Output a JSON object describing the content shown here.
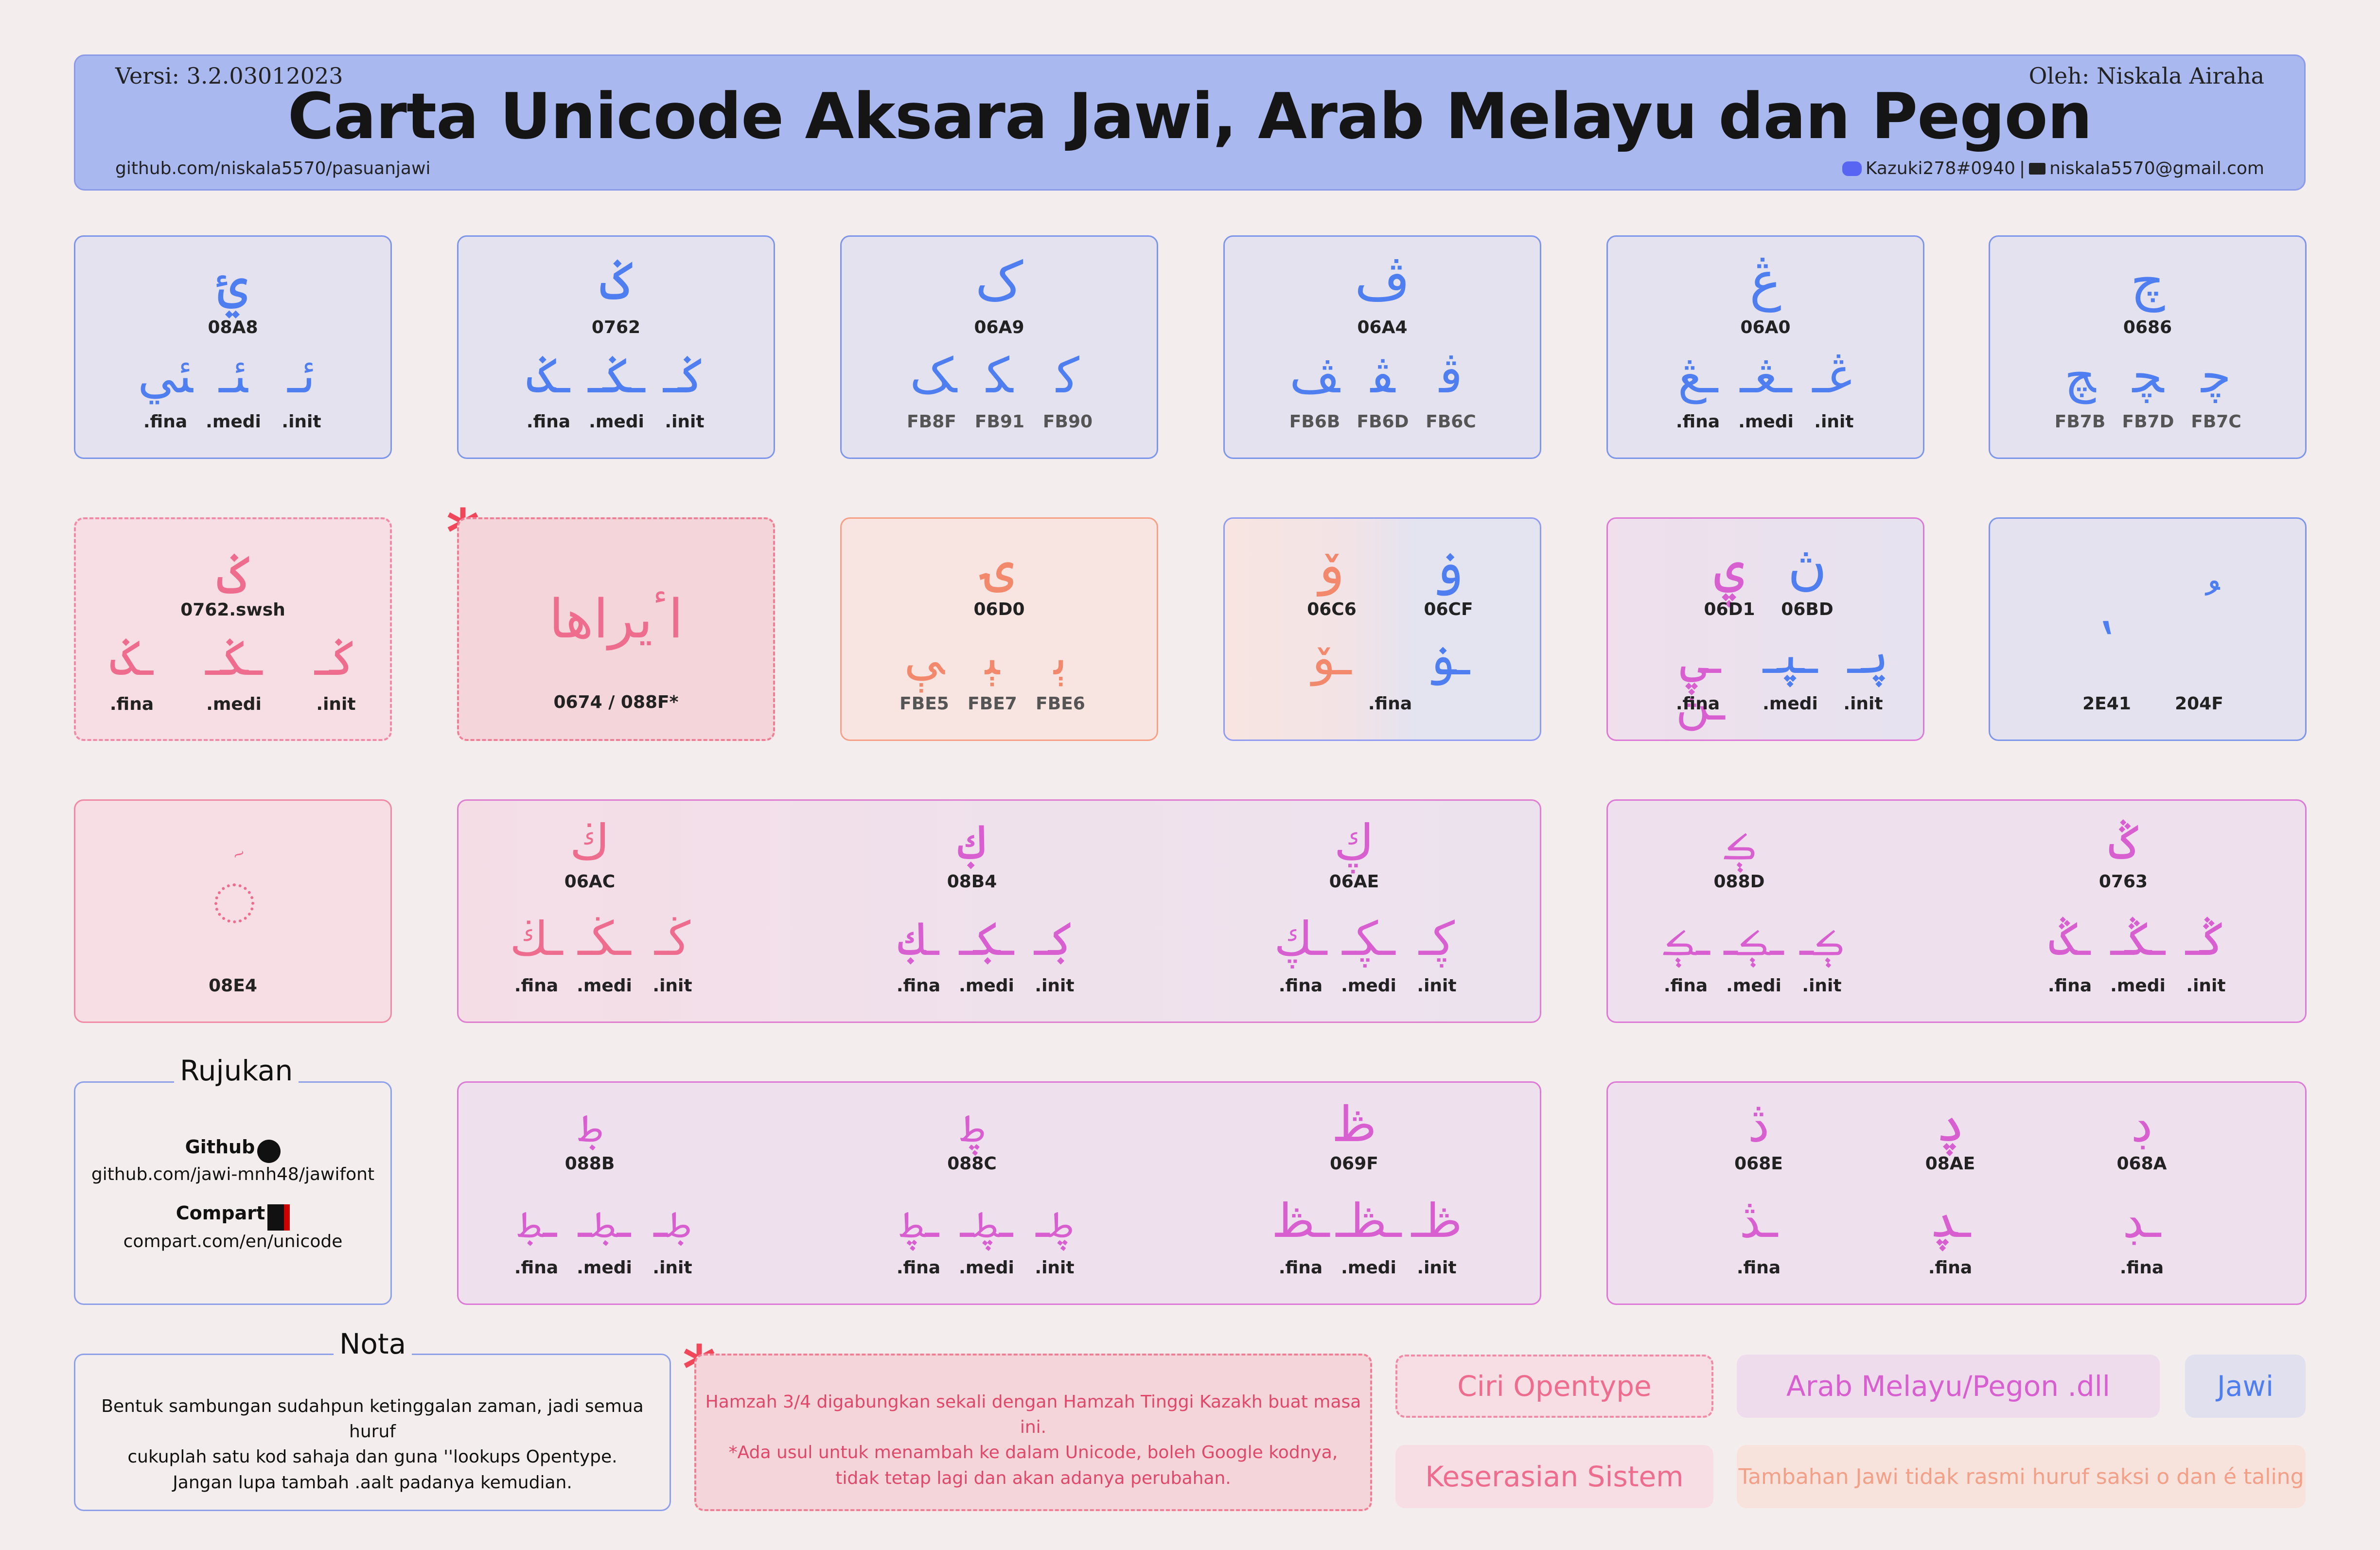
{
  "header": {
    "version": "Versi: 3.2.03012023",
    "author": "Oleh: Niskala Airaha",
    "title": "Carta Unicode Aksara Jawi, Arab Melayu dan Pegon",
    "repo": "github.com/niskala5570/pasuanjawi",
    "discord": "Kazuki278#0940",
    "separator": "|",
    "email": "niskala5570@gmail.com"
  },
  "row1": [
    {
      "glyph": "ࢨ",
      "code": "08A8",
      "forms": [
        "ﺌﻲ",
        "ﺌـ",
        "ﺋـ"
      ],
      "labels": [
        ".fina",
        ".medi",
        ".init"
      ]
    },
    {
      "glyph": "ݢ",
      "code": "0762",
      "forms": [
        "ـݢ",
        "ـݢـ",
        "ݢـ"
      ],
      "labels": [
        ".fina",
        ".medi",
        ".init"
      ]
    },
    {
      "glyph": "ک",
      "code": "06A9",
      "forms": [
        "ﮏ",
        "ﮑ",
        "ﮐ"
      ],
      "labels": [
        "FB8F",
        "FB91",
        "FB90"
      ]
    },
    {
      "glyph": "ڤ",
      "code": "06A4",
      "forms": [
        "ﭫ",
        "ﭭ",
        "ﭬ"
      ],
      "labels": [
        "FB6B",
        "FB6D",
        "FB6C"
      ]
    },
    {
      "glyph": "ڠ",
      "code": "06A0",
      "forms": [
        "ـڠ",
        "ـڠـ",
        "ڠـ"
      ],
      "labels": [
        ".fina",
        ".medi",
        ".init"
      ]
    },
    {
      "glyph": "چ",
      "code": "0686",
      "forms": [
        "ﭻ",
        "ﭽ",
        "ﭼ"
      ],
      "labels": [
        "FB7B",
        "FB7D",
        "FB7C"
      ]
    }
  ],
  "row2": {
    "swash": {
      "glyph": "ݢ",
      "code": "0762.swsh",
      "forms": [
        "ـݢ",
        "ـݢـ",
        "ݢـ"
      ],
      "labels": [
        ".fina",
        ".medi",
        ".init"
      ]
    },
    "hamzah": {
      "glyph": "اٴيراها",
      "code": "0674 / 088F*"
    },
    "yeh": {
      "glyph": "ۍ",
      "code": "06D0",
      "forms": [
        "ﯥ",
        "ﯧ",
        "ﯦ"
      ],
      "labels": [
        "FBE5",
        "FBE7",
        "FBE6"
      ]
    },
    "waw": {
      "glyph_left": "ۆ",
      "glyph_right": "ۏ",
      "code_left": "06C6",
      "code_right": "06CF",
      "form_left": "ـۆ",
      "form_right": "ـۏ",
      "label": ".fina"
    },
    "yehnun": {
      "glyph_left": "ۑ",
      "glyph_right": "ڽ",
      "code_left": "06D1",
      "code_right": "06BD",
      "forms": [
        "ـۑ ـڽ",
        "ـۑـ",
        "ۑـ"
      ],
      "labels": [
        ".fina",
        ".medi",
        ".init"
      ]
    },
    "marks": {
      "glyph_left": "⹁",
      "glyph_right": "ُ",
      "code_left": "2E41",
      "code_right": "204F"
    }
  },
  "row3": {
    "mark": {
      "code": "08E4",
      "glyph": "ࣤ"
    },
    "group1": [
      {
        "glyph": "ڬ",
        "code": "06AC",
        "forms": [
          "ـڬ",
          "ـڬـ",
          "ڬـ"
        ],
        "labels": [
          ".fina",
          ".medi",
          ".init"
        ]
      },
      {
        "glyph": "ࢴ",
        "code": "08B4",
        "forms": [
          "ـࢴ",
          "ـࢴـ",
          "ࢴـ"
        ],
        "labels": [
          ".fina",
          ".medi",
          ".init"
        ]
      },
      {
        "glyph": "ڮ",
        "code": "06AE",
        "forms": [
          "ـڮ",
          "ـڮـ",
          "ڮـ"
        ],
        "labels": [
          ".fina",
          ".medi",
          ".init"
        ]
      }
    ],
    "group2": [
      {
        "glyph": "ࢍ",
        "code": "088D",
        "forms": [
          "ـࢍ",
          "ـࢍـ",
          "ࢍـ"
        ],
        "labels": [
          ".fina",
          ".medi",
          ".init"
        ]
      },
      {
        "glyph": "ݣ",
        "code": "0763",
        "forms": [
          "ـݣ",
          "ـݣـ",
          "ݣـ"
        ],
        "labels": [
          ".fina",
          ".medi",
          ".init"
        ]
      }
    ]
  },
  "row4": {
    "rujukan": {
      "title": "Rujukan",
      "github_label": "Github",
      "github_url": "github.com/jawi-mnh48/jawifont",
      "compart_label": "Compart",
      "compart_url": "compart.com/en/unicode"
    },
    "group1": [
      {
        "glyph": "ࢋ",
        "code": "088B",
        "forms": [
          "ـࢋ",
          "ـࢋـ",
          "ࢋـ"
        ],
        "labels": [
          ".fina",
          ".medi",
          ".init"
        ]
      },
      {
        "glyph": "ࢌ",
        "code": "088C",
        "forms": [
          "ـࢌ",
          "ـࢌـ",
          "ࢌـ"
        ],
        "labels": [
          ".fina",
          ".medi",
          ".init"
        ]
      },
      {
        "glyph": "ڟ",
        "code": "069F",
        "forms": [
          "ـڟ",
          "ـڟـ",
          "ڟـ"
        ],
        "labels": [
          ".fina",
          ".medi",
          ".init"
        ]
      }
    ],
    "group2": [
      {
        "glyph": "ڎ",
        "code": "068E",
        "form": "ـڎ",
        "label": ".fina"
      },
      {
        "glyph": "ࢮ",
        "code": "08AE",
        "form": "ـࢮ",
        "label": ".fina"
      },
      {
        "glyph": "ڊ",
        "code": "068A",
        "form": "ـڊ",
        "label": ".fina"
      }
    ]
  },
  "footer": {
    "nota_title": "Nota",
    "nota_lines": [
      "Bentuk sambungan sudahpun ketinggalan zaman, jadi semua huruf",
      "cukuplah satu kod sahaja dan guna ''lookups Opentype.",
      "Jangan lupa tambah .aalt padanya kemudian."
    ],
    "warning_lines": [
      "Hamzah 3/4 digabungkan sekali dengan Hamzah Tinggi Kazakh buat masa ini.",
      "*Ada usul untuk menambah ke dalam Unicode, boleh Google kodnya,",
      "tidak tetap lagi dan akan adanya perubahan."
    ],
    "star": "*",
    "legend": {
      "opentype": "Ciri Opentype",
      "arab_melayu": "Arab Melayu/Pegon .dll",
      "jawi": "Jawi",
      "keserasian": "Keserasian Sistem",
      "tambahan": "Tambahan Jawi tidak rasmi huruf saksi o dan é taling"
    }
  },
  "colors": {
    "jawi_blue": "#4f7ef0",
    "pink": "#ee6d8f",
    "orange": "#f2896c",
    "magenta": "#d75fd0",
    "header_bg": "#aab8f0"
  }
}
